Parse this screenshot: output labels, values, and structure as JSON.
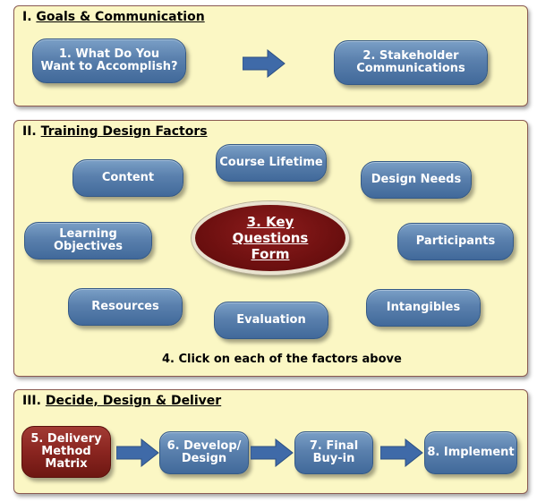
{
  "section1": {
    "numeral": "I.",
    "title": "Goals & Communication",
    "step1": "1. What Do You Want to Accomplish?",
    "step2": "2. Stakeholder Communications"
  },
  "section2": {
    "numeral": "II.",
    "title": "Training Design Factors",
    "factors": {
      "content": "Content",
      "course_lifetime": "Course Lifetime",
      "design_needs": "Design Needs",
      "learning_objectives": "Learning Objectives",
      "participants": "Participants",
      "resources": "Resources",
      "evaluation": "Evaluation",
      "intangibles": "Intangibles"
    },
    "key_questions": "3. Key Questions Form",
    "instruction": "4. Click on each of the factors above"
  },
  "section3": {
    "numeral": "III.",
    "title": "Decide, Design & Deliver",
    "step5": "5. Delivery Method Matrix",
    "step6": "6. Develop/ Design",
    "step7": "7. Final Buy-in",
    "step8": "8. Implement"
  },
  "colors": {
    "panel_bg": "#fbf7c4",
    "pill_blue": "#5a80ad",
    "maroon": "#8a2520",
    "arrow_blue": "#3f6aa8"
  },
  "icons": [
    "right-arrow-icon"
  ]
}
